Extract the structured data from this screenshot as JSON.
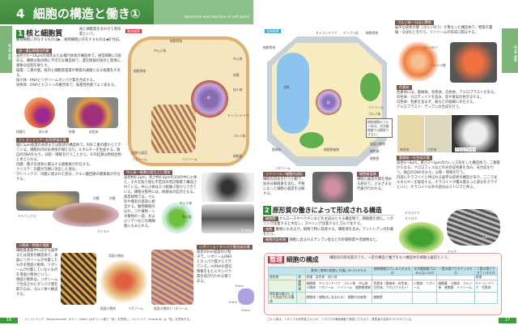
{
  "header": {
    "number": "4",
    "title": "細胞の構造と働き①",
    "english": "structure and function of cell part1"
  },
  "tabs": {
    "left": "第1章 細胞",
    "right": "第1章 細胞"
  },
  "section1": {
    "num": "1",
    "title": "核と細胞質",
    "note": "核と細胞質をあわせて原形質という。",
    "legend": "動物細胞に存在するものは▶，植物細胞に存在するものは◀を付記。"
  },
  "nucleus": {
    "label": "核—遺伝情報の貯蔵",
    "body": "直径が3～10μmの球状または楕円体状の構造体で，通常細胞に1個ある。細胞分裂の際に不可欠な構造体で，遺伝情報の保存と発現に重要な役割を果たす。",
    "items": [
      "核膜：二重の膜。核内と細胞質基質の物質の通路となる核膜孔がある。",
      "核小体：RNAとリボソームタンパク質を合成する。",
      "染色体：DNAとヒストンの複合体で，塩基性色素でよく染まる。"
    ],
    "captions": [
      "核膜孔",
      "核小体",
      "核膜",
      "染色体"
    ]
  },
  "mito": {
    "label": "ミトコンドリア—好気呼吸の場",
    "body": "幅0.5μm程度の糸状または粒状の構造体で，内外二重の膜からできている。細胞内の好気呼吸の場となり，エネルギーを生産する。独自のDNAをもち，分裂・増殖を行うことから，その起源は原核生物と考えられる。",
    "items": [
      "内膜：電子伝達系に関与する酵素群が存在する。",
      "クリステ：内膜が内側に突出した部分。",
      "マトリックス：内膜に囲まれた部分。クエン酸回路の酵素群が存在する。"
    ],
    "captions": [
      "内膜",
      "外膜",
      "マトリックス",
      "クリステ"
    ]
  },
  "animal_cell": {
    "tag": "動物細胞",
    "labels": [
      "細胞骨格",
      "中心小体",
      "中心体",
      "細胞骨格",
      "核膜",
      "核",
      "核小体",
      "ミトコンドリア",
      "細胞小器官",
      "リボソーム",
      "ゴルジ体",
      "リソソーム",
      "細胞膜"
    ]
  },
  "centrosome": {
    "label": "中心体—細胞分裂などに関係",
    "body": "直径約0.2μm，長さ約0.4μmの1対の中心小体と，それを取り囲む不定形の周辺物質で構成されている。中心小体は三つ組微小管からできている。細胞分裂時には，紡錘糸の起点となる。",
    "body2": "高等植物では，べん毛や繊毛の基部に相当する。動物細胞のほか，コケ植物・シダ植物の一部，およびソテツなどの精細胞にもみられる。",
    "captions": [
      "中心小体",
      "微小管",
      "0.1μm"
    ]
  },
  "er": {
    "label": "小胞体—物質の通路",
    "body": "細胞質基質中に広がる扁平または袋状の構造体で，表面にリボソームが付着したものを粗面小胞体，リボソームが付着していないものを滑面小胞体という。",
    "body2": "粗面小胞体は，リボソームで合成されたタンパク質を取り込み，ゴルジ体へ輸送する。",
    "captions": [
      "滑面小胞体",
      "粗面小胞体",
      "リボソーム",
      "粗面小胞体とリボソーム"
    ]
  },
  "ribosome": {
    "label": "リボソーム—タンパク質合成の場",
    "body": "直径20nm程度の小粒子で，リボソームRNAとタンパク質からできている。mRNAの遺伝情報をもとにタンパク質合成が行われる場である。",
    "captions": [
      "15nm",
      "10nm",
      "25nm"
    ]
  },
  "plant_cell": {
    "tag": "植物細胞",
    "labels": [
      "細胞骨格",
      "ミトコンドリア",
      "デンプン粒",
      "細胞骨格",
      "液胞",
      "核",
      "リソソーム",
      "ゴルジ体",
      "葉緑体",
      "細胞質基質",
      "粗面小胞体",
      "細胞膜",
      "細胞壁",
      "リボソーム"
    ],
    "note": "植物細胞のゴルジ体は，光学顕微鏡では観察できない。"
  },
  "golgi": {
    "label": "ゴルジ体—分泌に関係",
    "body": "扁平な袋状の膜（ゴルジのう）が重なった構造体で，物質の濃縮・分泌などを行う。リソソームの形成に関与する。",
    "captions": [
      "ゴルジのう",
      "ゴルジ小胞"
    ]
  },
  "plastid": {
    "label": "色素体",
    "body": "色素体には，葉緑体，有色体，白色体，アミロプラストがある。",
    "items": [
      "有色体：カロテノイドを含み，花や果実の色を呈する。",
      "白色体：色素を含まず，根などの組織に存在する。",
      "アミロプラスト：デンプンの合成を行う。"
    ],
    "captions": [
      "有色体",
      "白色体",
      "アミロプラスト"
    ]
  },
  "chloroplast": {
    "label": "葉緑体—光合成の場",
    "body": "直径4～6μm，厚さ2～3μmの凸レンズ形をした構造体で，二重膜からなる。クロロフィルなどの光合成色素を含み，光合成を行う。独自のDNAをもち，分裂・増殖を行う。",
    "body2": "内部にチラコイドと呼ばれる扁平な袋状の構造があり，ここで光エネルギーを吸収する。チラコイドが積み重なった部分をグラナといい，チラコイド以外の部分はストロマと呼ぶ。",
    "captions": [
      "チラコイド",
      "ストロマ",
      "グラナ",
      "1μm"
    ]
  },
  "lysosome": {
    "label": "リソソーム—細胞内消化",
    "body": "細胞内消化を行う小胞で，加水分解酵素を含む。不要になった細胞小器官を分解する。"
  },
  "cytosol": {
    "label": "細胞質基質",
    "body": "細胞小器官の間を埋める部分で，さまざまな代謝が行われる。"
  },
  "section2": {
    "num": "2",
    "title": "原形質の働きによって形成される構造",
    "items": [
      {
        "label": "細胞壁",
        "text": "セルロースやペクチンなどを主成分とする構造物で，細胞膜を囲む。リグニンが沈着すると木化し，スベリンが沈着するとコルク化する。"
      },
      {
        "label": "液胞",
        "text": "動物にもあるが，植物で特に発達する。細胞液を含み，アントシアンの貯蔵を行う。"
      },
      {
        "label": "細胞内含有物",
        "text": "細胞に含まれるデンプン粒などの貯蔵物質や老廃物など。"
      }
    ]
  },
  "summary": {
    "tag": "整理",
    "title": "細胞の構成",
    "note": "細胞内の原形質のうち，一定の構造と働きをもつ構造体を細胞小器官という。",
    "headers": [
      "",
      "",
      "動物と植物の細胞に共通にみられるもの",
      "植物細胞だけにみられるもの",
      "光学顕微鏡ではみえないもの",
      "一重の膜でできているもの",
      "二重の膜でできているもの"
    ],
    "rows": [
      [
        "原形質",
        "核",
        "核膜　染色体　核小体",
        "",
        "",
        "",
        "核膜"
      ],
      [
        "",
        "細胞質",
        "細胞膜　ミトコンドリア　ゴルジ体　中心体　小胞体　リボソーム　リソソーム　細胞質基質",
        "色素体（葉緑体，有色体，白色体，アミロプラスト）",
        "小胞体　リボソーム",
        "細胞膜　小胞体　ゴルジ体　液胞膜　リソソーム",
        "ミトコンドリア　色素体"
      ],
      [
        "原形質の働きによって形成される構造",
        "",
        "細胞液（液胞内に含まれる）　細胞内含有物",
        "細胞壁",
        "",
        "",
        ""
      ]
    ]
  },
  "footer": {
    "left_page": "16",
    "right_page": "17",
    "left_note": "ミトコンドリア（mitochondria）のミト（mito）はギリシャ語で「糸」を意味し，コンドリア（chondria）は「粒」を意味する。",
    "right_note": "ゴルジ体は，イタリアの科学者ゴルジが，フクロウの神経細胞で発見したもので，発見者の名前がつけられている。"
  },
  "colors": {
    "green": "#3d8a3d",
    "label": "#7a5a50",
    "red": "#e0303a",
    "table": "#bfe6ef"
  }
}
